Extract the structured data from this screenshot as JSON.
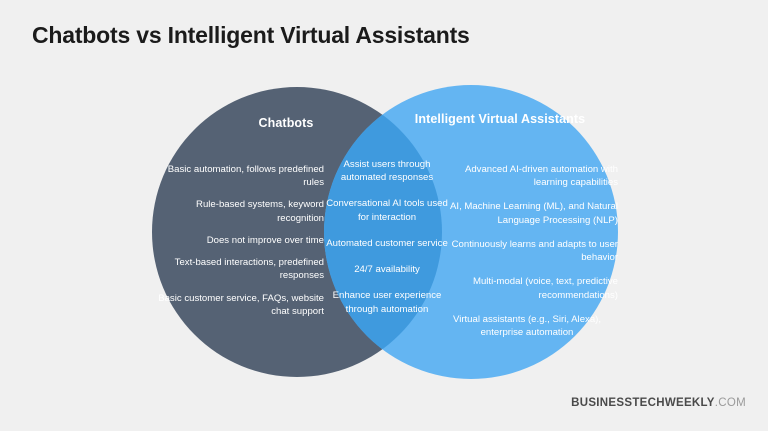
{
  "page": {
    "title": "Chatbots vs Intelligent Virtual Assistants",
    "background_color": "#f0f0f0"
  },
  "diagram": {
    "type": "venn",
    "colors": {
      "left_circle": "#556274",
      "right_circle": "#64b5f2",
      "overlap": "#3f9ade",
      "text": "#ffffff"
    },
    "left": {
      "heading": "Chatbots",
      "items": [
        "Basic automation, follows predefined rules",
        "Rule-based systems, keyword recognition",
        "Does not improve over time",
        "Text-based interactions, predefined responses",
        "Basic customer service, FAQs, website chat support"
      ]
    },
    "overlap": {
      "heading": "",
      "items": [
        "Assist users through automated responses",
        "Conversational AI tools used for interaction",
        "Automated customer service",
        "24/7 availability",
        "Enhance user experience through automation"
      ]
    },
    "right": {
      "heading": "Intelligent Virtual Assistants",
      "items": [
        "Advanced AI-driven automation with learning capabilities",
        "AI, Machine Learning (ML), and Natural Language Processing (NLP)",
        "Continuously learns and adapts to user behavior",
        "Multi-modal (voice, text, predictive recommendations)",
        "Virtual assistants (e.g., Siri, Alexa), enterprise automation"
      ]
    }
  },
  "footer": {
    "brand_main": "BUSINESSTECHWEEKLY",
    "brand_tld": ".COM"
  }
}
